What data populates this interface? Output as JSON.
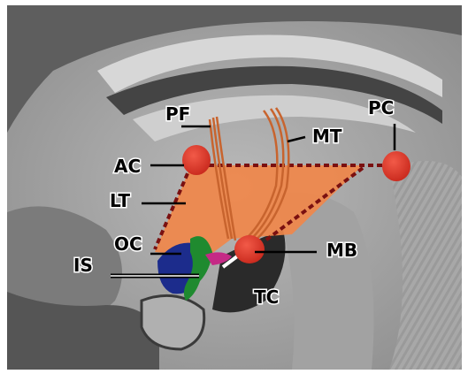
{
  "labels": {
    "pf": "PF",
    "pc": "PC",
    "mt": "MT",
    "ac": "AC",
    "lt": "LT",
    "oc": "OC",
    "is": "IS",
    "mb": "MB",
    "tc": "TC"
  },
  "colors": {
    "region_fill": "#f0874a",
    "outline": "#7a1010",
    "marker": "#e13a2a",
    "fiber": "#c8642e",
    "optic_chiasm": "#1c2c8c",
    "infundibular_stalk": "#1f8a2f",
    "tuber": "#c52a86"
  }
}
